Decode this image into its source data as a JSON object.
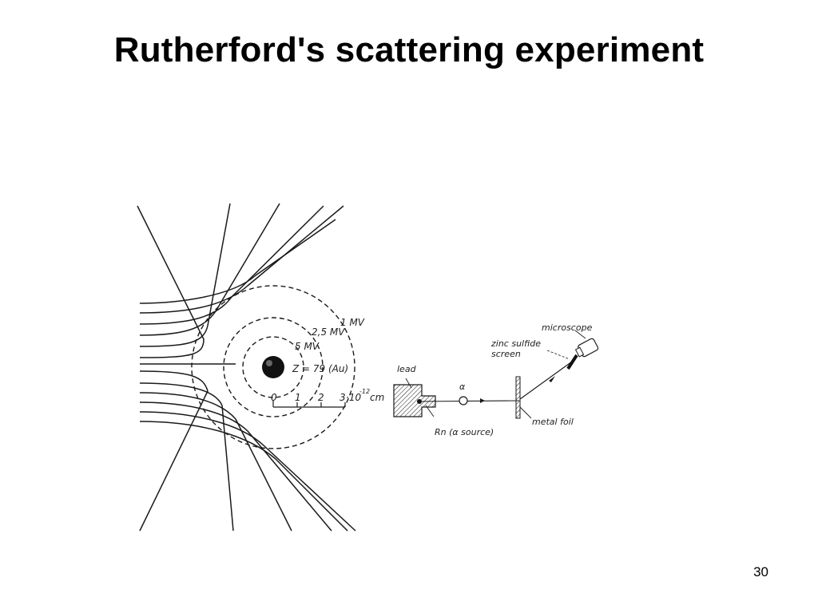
{
  "slide": {
    "title": "Rutherford's scattering experiment",
    "page_number": "30"
  },
  "field_plot": {
    "energy_labels": [
      "1 MV",
      "2,5 MV",
      "5 MV"
    ],
    "nucleus_label": "Z = 79 (Au)",
    "scale_ticks": [
      "0",
      "1",
      "2",
      "3"
    ],
    "scale_unit": "·10",
    "scale_exponent": "-12",
    "scale_suffix": "cm"
  },
  "apparatus": {
    "lead_label": "lead",
    "source_label": "Rn (α source)",
    "alpha_label": "α",
    "screen_label_line1": "zinc sulfide",
    "screen_label_line2": "screen",
    "microscope_label": "microscope",
    "foil_label": "metal foil"
  },
  "colors": {
    "ink": "#1a1a1a",
    "background": "#ffffff"
  }
}
